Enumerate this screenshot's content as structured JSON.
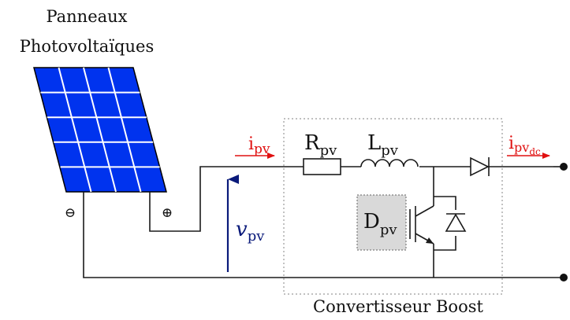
{
  "panel": {
    "title_line1": "Panneaux",
    "title_line2": "Photovoltaïques",
    "terminal_negative": "⊖",
    "terminal_positive": "⊕",
    "cell_color": "#0033ee",
    "grid_color": "#ffffff"
  },
  "labels": {
    "i_pv_main": "i",
    "i_pv_sub": "pv",
    "v_pv_main": "v",
    "v_pv_sub": "pv",
    "r_pv_main": "R",
    "r_pv_sub": "pv",
    "l_pv_main": "L",
    "l_pv_sub": "pv",
    "d_pv_main": "D",
    "d_pv_sub": "pv",
    "i_out_main": "i",
    "i_out_sub": "pv",
    "i_out_subsub": "dc",
    "boost_caption": "Convertisseur Boost"
  },
  "colors": {
    "current_arrow": "#e01010",
    "voltage_arrow": "#0a1a7a",
    "controller_fill": "#d9d9d9",
    "wire": "#1a1a1a"
  }
}
